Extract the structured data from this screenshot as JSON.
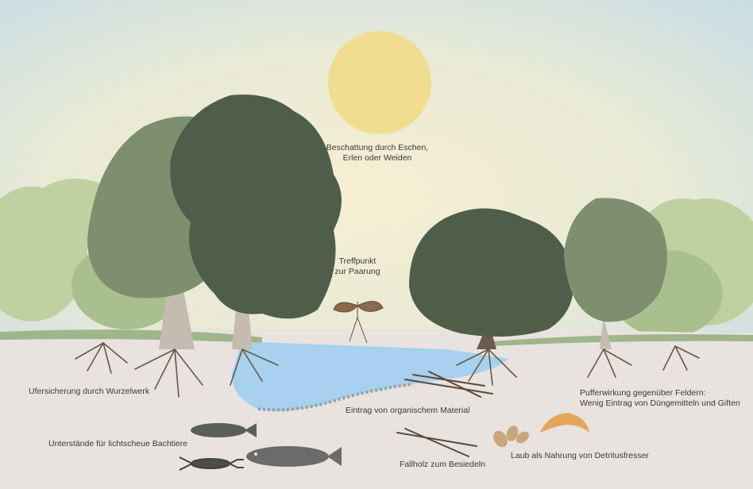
{
  "labels": {
    "shade_line1": "Beschattung durch Eschen,",
    "shade_line2": "Erlen oder Weiden",
    "mating_line1": "Treffpunkt",
    "mating_line2": "zur Paarung",
    "bank": "Ufersicherung durch Wurzelwerk",
    "buffer_line1": "Pufferwirkung gegenüber Feldern:",
    "buffer_line2": "Wenig Eintrag von Düngemitteln und Giften",
    "organic": "Eintrag von organischem Material",
    "shelter": "Unterstände für lichtscheue Bachtiere",
    "deadwood": "Fallholz zum Besiedeln",
    "leaves": "Laub als Nahrung von Detritusfresser"
  },
  "colors": {
    "sky_top": "#cfe0e6",
    "sky_glow": "#f6eccb",
    "sun": "#f2dc8c",
    "ground": "#e7e2de",
    "water": "#a9d3ee",
    "tree_dark": "#4f5e48",
    "tree_mid": "#7e9070",
    "tree_light": "#b8cb9a",
    "trunk": "#c9bfb4",
    "roots": "#6b5648",
    "fish": "#5b5e5c",
    "shrimp": "#e6a55a",
    "insect": "#8a6a4a"
  }
}
